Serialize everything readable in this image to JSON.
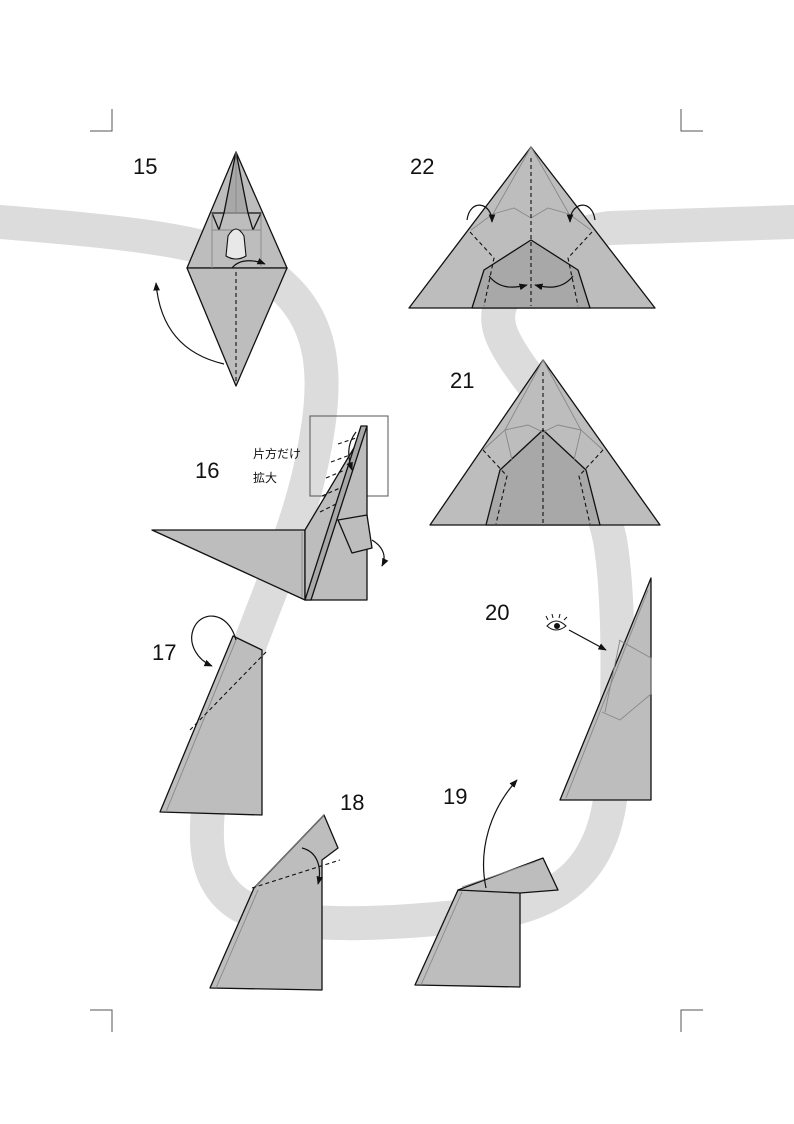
{
  "steps": [
    {
      "id": "15",
      "label": "15"
    },
    {
      "id": "16",
      "label": "16"
    },
    {
      "id": "17",
      "label": "17"
    },
    {
      "id": "18",
      "label": "18"
    },
    {
      "id": "19",
      "label": "19"
    },
    {
      "id": "20",
      "label": "20"
    },
    {
      "id": "21",
      "label": "21"
    },
    {
      "id": "22",
      "label": "22"
    }
  ],
  "notes": {
    "one_side_only": "片方だけ",
    "enlarge": "拡大"
  },
  "colors": {
    "paper": "#bdbdbd",
    "paper_dark": "#a8a8a8",
    "path_band": "#dcdcdc",
    "line": "#111111"
  },
  "icons": [
    "eye-icon",
    "fold-arrow-icon",
    "turn-over-arrow-icon"
  ]
}
